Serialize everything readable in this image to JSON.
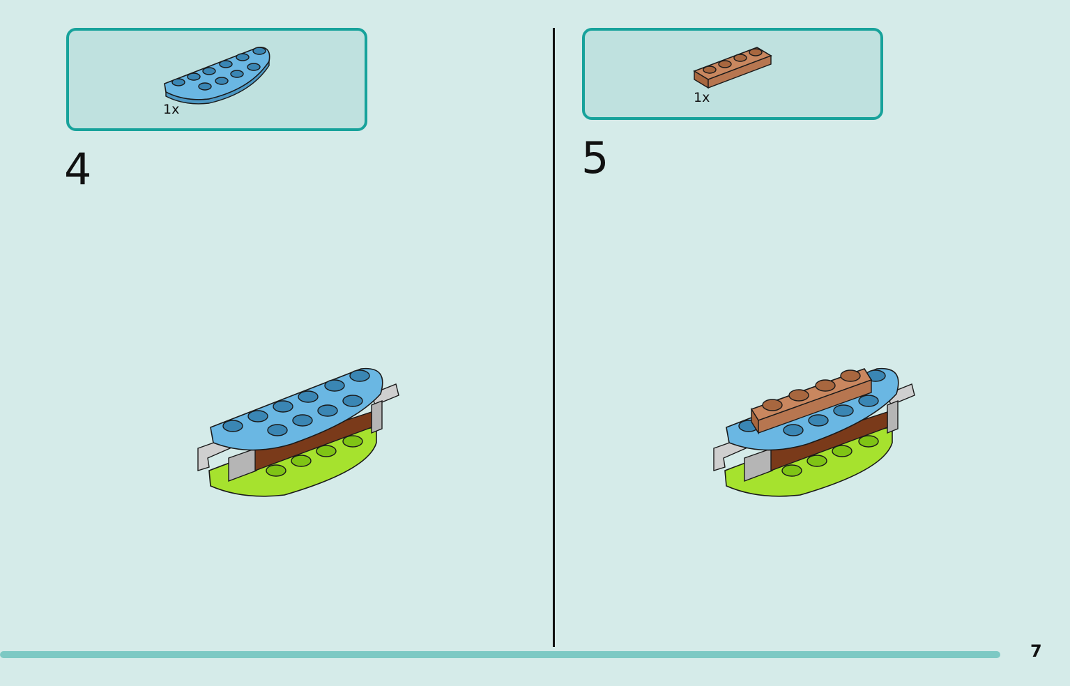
{
  "steps": [
    {
      "number": "4",
      "parts": [
        {
          "quantity": "1x",
          "part": "light-blue-half-round-plate",
          "color": "#6ab7e3"
        }
      ]
    },
    {
      "number": "5",
      "parts": [
        {
          "quantity": "1x",
          "part": "brown-1x4-plate",
          "color": "#c9875f"
        }
      ]
    }
  ],
  "page_number": "7",
  "colors": {
    "frame": "#17a29b",
    "frame_fill": "#bfe1df",
    "background": "#d5ebe9",
    "progress_bar": "#7dc9c4",
    "light_blue": "#6ab7e3",
    "lime": "#a6e22e",
    "grey": "#b5b5b5",
    "reddish_brown": "#7a3a1a",
    "medium_nougat": "#c9875f"
  }
}
